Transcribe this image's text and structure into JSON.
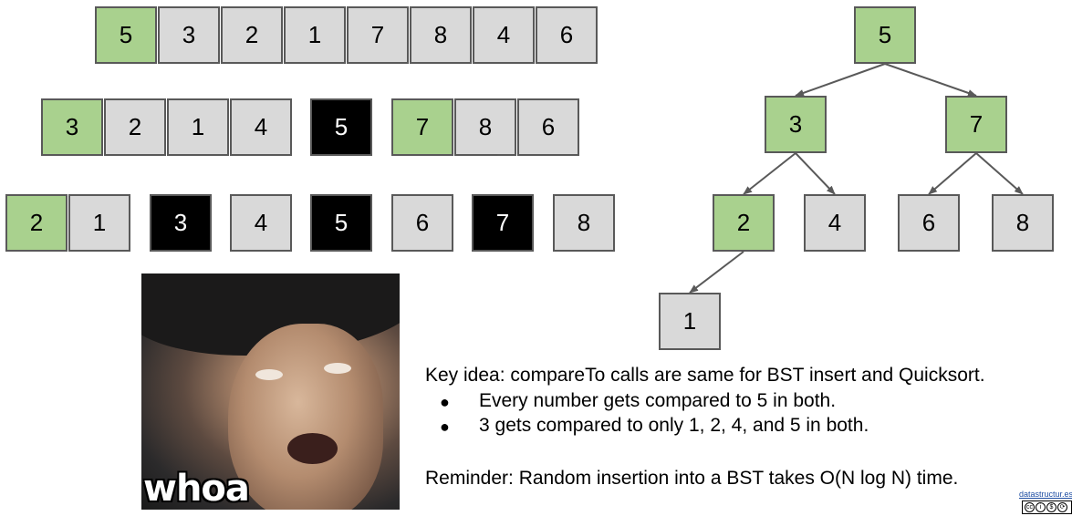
{
  "arrays": {
    "row1": [
      {
        "v": "5",
        "s": "green"
      },
      {
        "v": "3",
        "s": "gray"
      },
      {
        "v": "2",
        "s": "gray"
      },
      {
        "v": "1",
        "s": "gray"
      },
      {
        "v": "7",
        "s": "gray"
      },
      {
        "v": "8",
        "s": "gray"
      },
      {
        "v": "4",
        "s": "gray"
      },
      {
        "v": "6",
        "s": "gray"
      }
    ],
    "row2": [
      {
        "v": "3",
        "s": "green"
      },
      {
        "v": "2",
        "s": "gray"
      },
      {
        "v": "1",
        "s": "gray"
      },
      {
        "v": "4",
        "s": "gray"
      },
      {
        "v": "5",
        "s": "black"
      },
      {
        "v": "7",
        "s": "green"
      },
      {
        "v": "8",
        "s": "gray"
      },
      {
        "v": "6",
        "s": "gray"
      }
    ],
    "row3": [
      {
        "v": "2",
        "s": "green"
      },
      {
        "v": "1",
        "s": "gray"
      },
      {
        "v": "3",
        "s": "black"
      },
      {
        "v": "4",
        "s": "gray"
      },
      {
        "v": "5",
        "s": "black"
      },
      {
        "v": "6",
        "s": "gray"
      },
      {
        "v": "7",
        "s": "black"
      },
      {
        "v": "8",
        "s": "gray"
      }
    ]
  },
  "tree": {
    "nodes": [
      {
        "id": "n5",
        "v": "5",
        "s": "green"
      },
      {
        "id": "n3",
        "v": "3",
        "s": "green"
      },
      {
        "id": "n7",
        "v": "7",
        "s": "green"
      },
      {
        "id": "n2",
        "v": "2",
        "s": "green"
      },
      {
        "id": "n4",
        "v": "4",
        "s": "gray"
      },
      {
        "id": "n6",
        "v": "6",
        "s": "gray"
      },
      {
        "id": "n8",
        "v": "8",
        "s": "gray"
      },
      {
        "id": "n1",
        "v": "1",
        "s": "gray"
      }
    ],
    "edges": [
      [
        "n5",
        "n3"
      ],
      [
        "n5",
        "n7"
      ],
      [
        "n3",
        "n2"
      ],
      [
        "n3",
        "n4"
      ],
      [
        "n7",
        "n6"
      ],
      [
        "n7",
        "n8"
      ],
      [
        "n2",
        "n1"
      ]
    ]
  },
  "meme": {
    "caption": "whoa"
  },
  "notes": {
    "key_idea": "Key idea: compareTo calls are same for BST insert and Quicksort.",
    "bullets": [
      "Every number gets compared to 5 in both.",
      "3 gets compared to only 1, 2, 4, and 5 in both."
    ],
    "bullet_symbol": "●",
    "reminder": "Reminder: Random insertion into a BST takes O(N log N) time."
  },
  "credit": {
    "link": "datastructur.es"
  },
  "colors": {
    "green": "#a9d18e",
    "gray": "#d9d9d9",
    "black": "#000000",
    "border": "#595959"
  }
}
